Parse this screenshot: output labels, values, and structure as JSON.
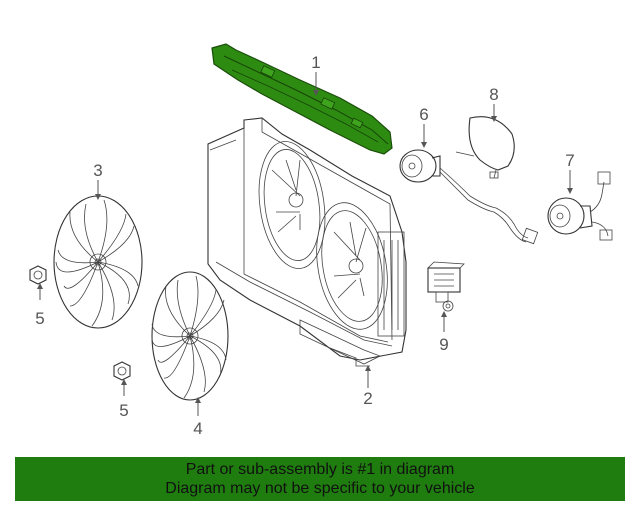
{
  "callouts": {
    "c1": "1",
    "c2": "2",
    "c3": "3",
    "c4": "4",
    "c5a": "5",
    "c5b": "5",
    "c6": "6",
    "c7": "7",
    "c8": "8",
    "c9": "9"
  },
  "banner": {
    "line1": "Part or sub-assembly is #1 in diagram",
    "line2": "Diagram may not be specific to your vehicle"
  },
  "colors": {
    "highlight_part": "#2e8b12",
    "banner_bg": "#1f7d0f"
  }
}
